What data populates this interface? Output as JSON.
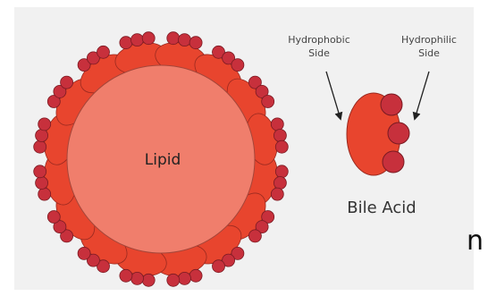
{
  "diagram": {
    "lipid_label": "Lipid",
    "hydrophobic_label": [
      "Hydrophobic",
      "Side"
    ],
    "hydrophilic_label": [
      "Hydrophilic",
      "Side"
    ],
    "bile_acid_label": "Bile Acid",
    "edge_glyph": "n",
    "colors": {
      "lipid_fill": "#f07e6c",
      "bile_body": "#e8452e",
      "bile_head": "#c7303c",
      "outline": "#9a2a20",
      "panel": "#f1f1f1",
      "arrow": "#222222"
    },
    "micelle_unit_count": 16
  }
}
